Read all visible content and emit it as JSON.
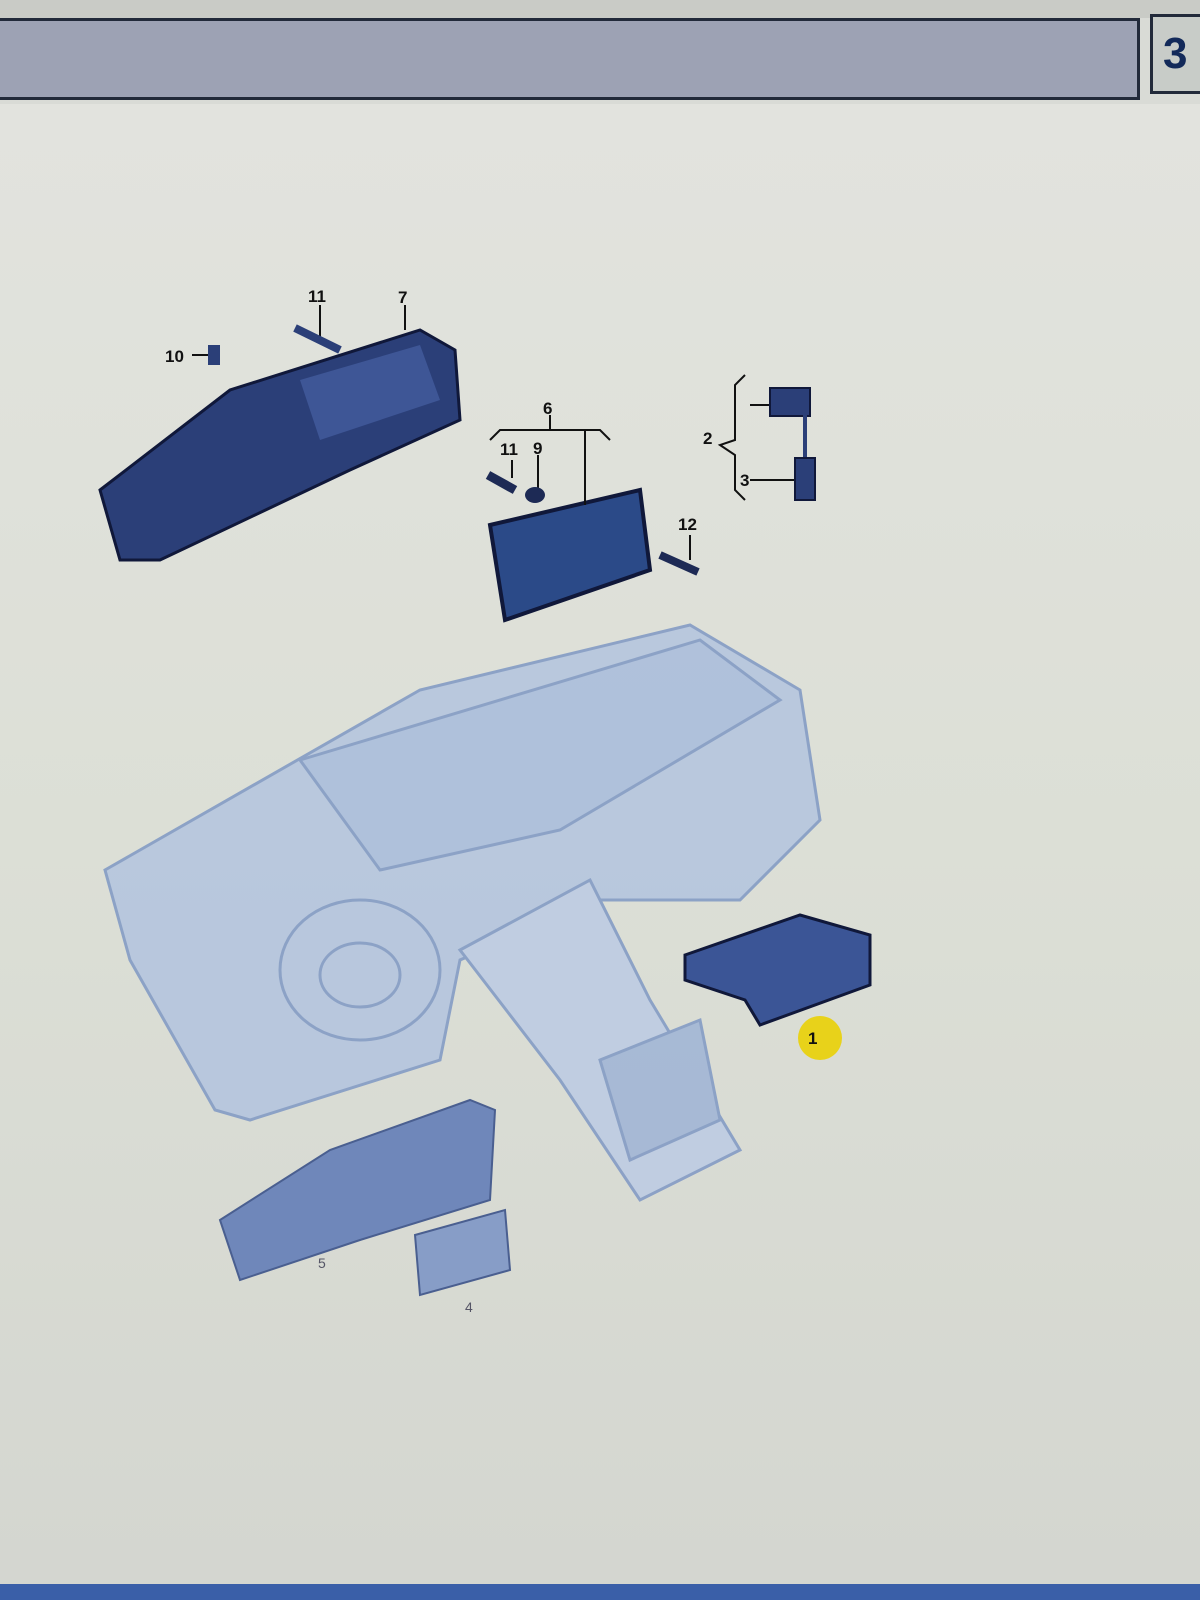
{
  "header": {
    "page_indicator": "3"
  },
  "diagram": {
    "labels": {
      "l1": "1",
      "l2": "2",
      "l3": "3",
      "l4": "4",
      "l5": "5",
      "l6": "6",
      "l7": "7",
      "l9": "9",
      "l10": "10",
      "l11a": "11",
      "l11b": "11",
      "l12": "12"
    },
    "highlight_color": "#e8d21a",
    "part_color": "#2b3f78",
    "ghost_color": "#9fb4d6"
  }
}
